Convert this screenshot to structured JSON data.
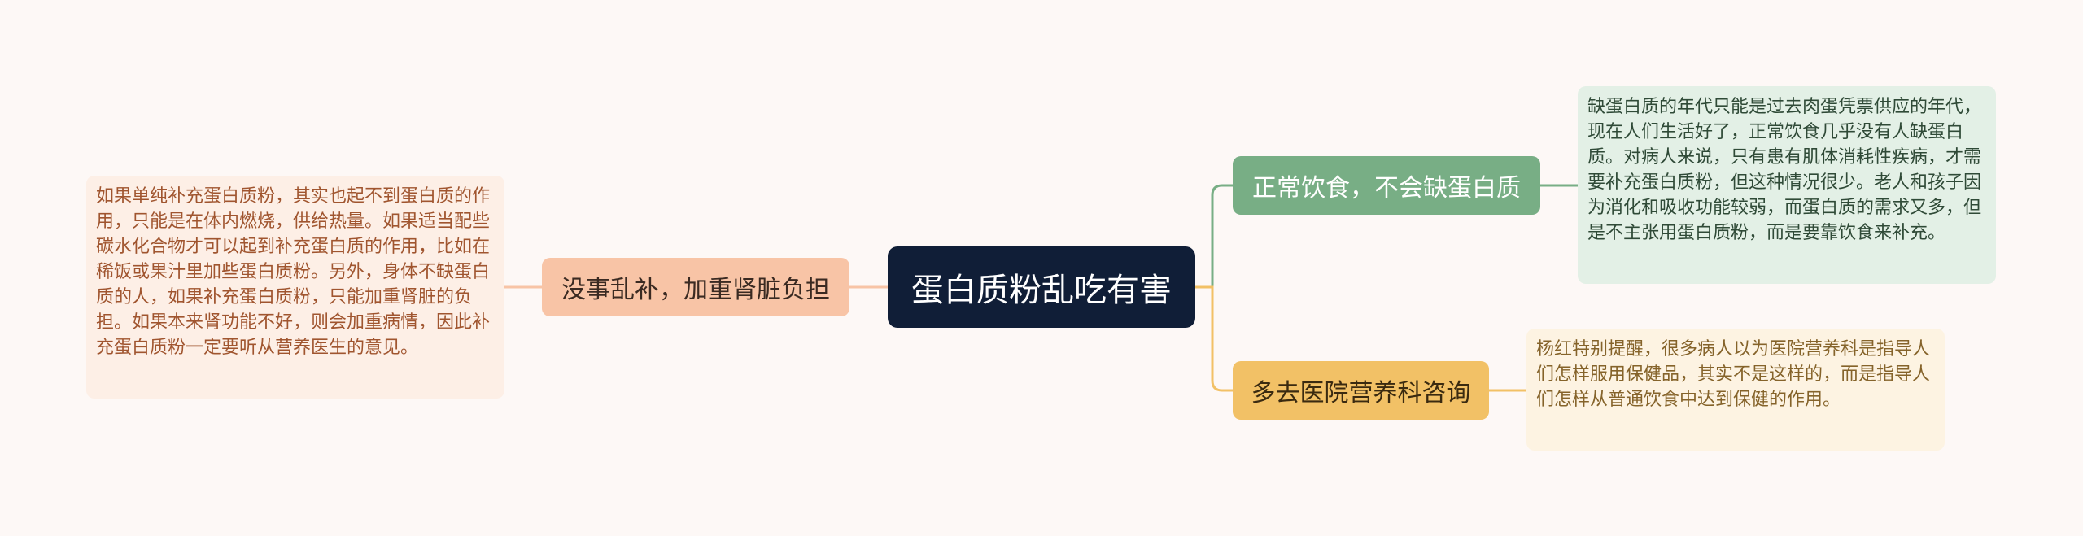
{
  "colors": {
    "background": "#fdf8f6",
    "root": "#101e37",
    "left_branch": "#f8c4a6",
    "right_branch_1": "#78ae85",
    "right_branch_2": "#f2c166"
  },
  "mindmap": {
    "root": "蛋白质粉乱吃有害",
    "left_branch": {
      "label": "没事乱补，加重肾脏负担",
      "note": "如果单纯补充蛋白质粉，其实也起不到蛋白质的作用，只能是在体内燃烧，供给热量。如果适当配些碳水化合物才可以起到补充蛋白质的作用，比如在稀饭或果汁里加些蛋白质粉。另外，身体不缺蛋白质的人，如果补充蛋白质粉，只能加重肾脏的负担。如果本来肾功能不好，则会加重病情，因此补充蛋白质粉一定要听从营养医生的意见。"
    },
    "right_branch_1": {
      "label": "正常饮食，不会缺蛋白质",
      "note": "缺蛋白质的年代只能是过去肉蛋凭票供应的年代，现在人们生活好了，正常饮食几乎没有人缺蛋白质。对病人来说，只有患有肌体消耗性疾病，才需要补充蛋白质粉，但这种情况很少。老人和孩子因为消化和吸收功能较弱，而蛋白质的需求又多，但是不主张用蛋白质粉，而是要靠饮食来补充。"
    },
    "right_branch_2": {
      "label": "多去医院营养科咨询",
      "note": "杨红特别提醒，很多病人以为医院营养科是指导人们怎样服用保健品，其实不是这样的，而是指导人们怎样从普通饮食中达到保健的作用。"
    }
  }
}
